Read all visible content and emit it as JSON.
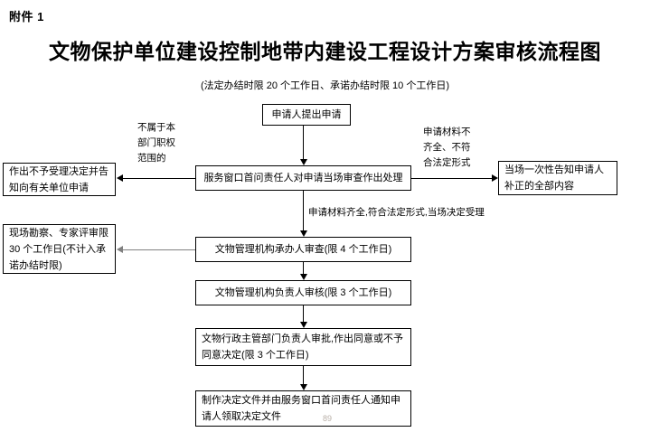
{
  "document": {
    "attachment_label": "附件 1",
    "title": "文物保护单位建设控制地带内建设工程设计方案审核流程图",
    "subtitle": "(法定办结时限 20 个工作日、承诺办结时限 10 个工作日)",
    "page_number": "89"
  },
  "flowchart": {
    "type": "flowchart",
    "nodes": [
      {
        "id": "apply",
        "label": "申请人提出申请",
        "align": "center"
      },
      {
        "id": "window-review",
        "label": "服务窗口首问责任人对申请当场审查作出处理",
        "align": "center"
      },
      {
        "id": "reject-notice",
        "label": "作出不予受理决定并告知向有关单位申请",
        "align": "left"
      },
      {
        "id": "one-time-notice",
        "label": "当场一次性告知申请人补正的全部内容",
        "align": "left"
      },
      {
        "id": "site-survey",
        "label": "现场勘察、专家评审限 30 个工作日(不计入承诺办结时限)",
        "align": "left"
      },
      {
        "id": "agency-officer-review",
        "label": "文物管理机构承办人审查(限 4 个工作日)",
        "align": "center"
      },
      {
        "id": "agency-head-review",
        "label": "文物管理机构负责人审核(限 3 个工作日)",
        "align": "center"
      },
      {
        "id": "department-head-approval",
        "label": "文物行政主管部门负责人审批,作出同意或不予同意决定(限 3 个工作日)",
        "align": "left"
      },
      {
        "id": "issue-decision",
        "label": "制作决定文件并由服务窗口首问责任人通知申请人领取决定文件",
        "align": "left"
      }
    ],
    "edge_labels": [
      {
        "id": "out-of-scope",
        "text": "不属于本\n部门职权\n范围的"
      },
      {
        "id": "incomplete-materials",
        "text": "申请材料不\n齐全、不符\n合法定形式"
      },
      {
        "id": "materials-complete",
        "text": "申请材料齐全,符合法定形式,当场决定受理"
      }
    ]
  }
}
